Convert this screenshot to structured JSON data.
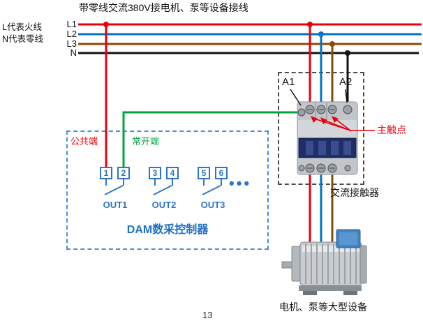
{
  "title": "带零线交流380V接电机、泵等设备接线",
  "legend": {
    "live": "L代表火线",
    "neutral": "N代表零线"
  },
  "power_lines": {
    "labels": [
      "L1",
      "L2",
      "L3",
      "N"
    ],
    "colors": {
      "l1": "#e8000d",
      "l2": "#0072c6",
      "l3": "#8a4a08",
      "n": "#111111",
      "control": "#00a33e"
    }
  },
  "controller": {
    "name": "DAM数采控制器",
    "common_label": "公共端",
    "open_label": "常开端",
    "terminals": [
      "1",
      "2",
      "3",
      "4",
      "5",
      "6"
    ],
    "outputs": [
      "OUT1",
      "OUT2",
      "OUT3"
    ],
    "ellipsis": "•••",
    "accent": "#2e75c8"
  },
  "contactor": {
    "coil_a1": "A1",
    "coil_a2": "A2",
    "main_contact_label": "主触点",
    "caption": "交流接触器",
    "annotation_color": "#e8000d"
  },
  "motor": {
    "caption": "电机、泵等大型设备"
  },
  "page_number": "13"
}
